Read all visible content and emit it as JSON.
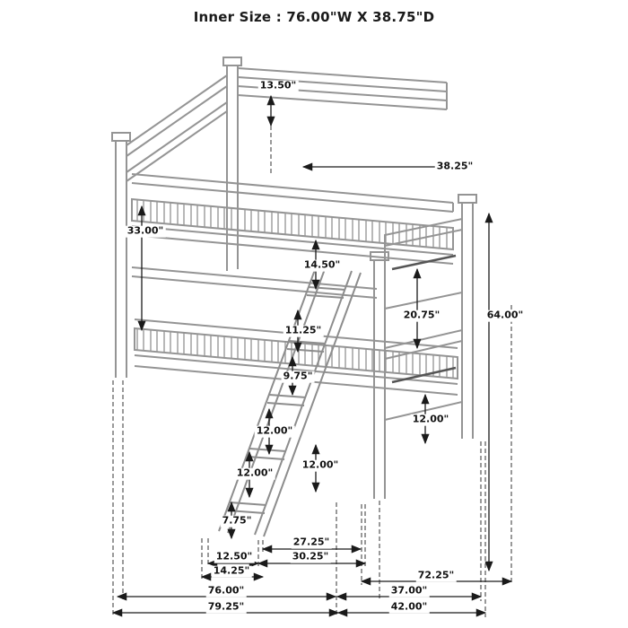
{
  "title": "Inner Size : 76.00\"W X 38.75\"D",
  "dims": {
    "d13_50": "13.50\"",
    "d38_25": "38.25\"",
    "d33_00": "33.00\"",
    "d14_50": "14.50\"",
    "d20_75": "20.75\"",
    "d64_00": "64.00\"",
    "d11_25": "11.25\"",
    "d9_75": "9.75\"",
    "d12_00_foot": "12.00\"",
    "d12_00_ladder_upper": "12.00\"",
    "d12_00_ladder_lower": "12.00\"",
    "d12_00_post": "12.00\"",
    "d7_75": "7.75\"",
    "d27_25": "27.25\"",
    "d30_25": "30.25\"",
    "d12_50": "12.50\"",
    "d14_25": "14.25\"",
    "d72_25": "72.25\"",
    "d76_00": "76.00\"",
    "d37_00": "37.00\"",
    "d79_25": "79.25\"",
    "d42_00": "42.00\""
  }
}
